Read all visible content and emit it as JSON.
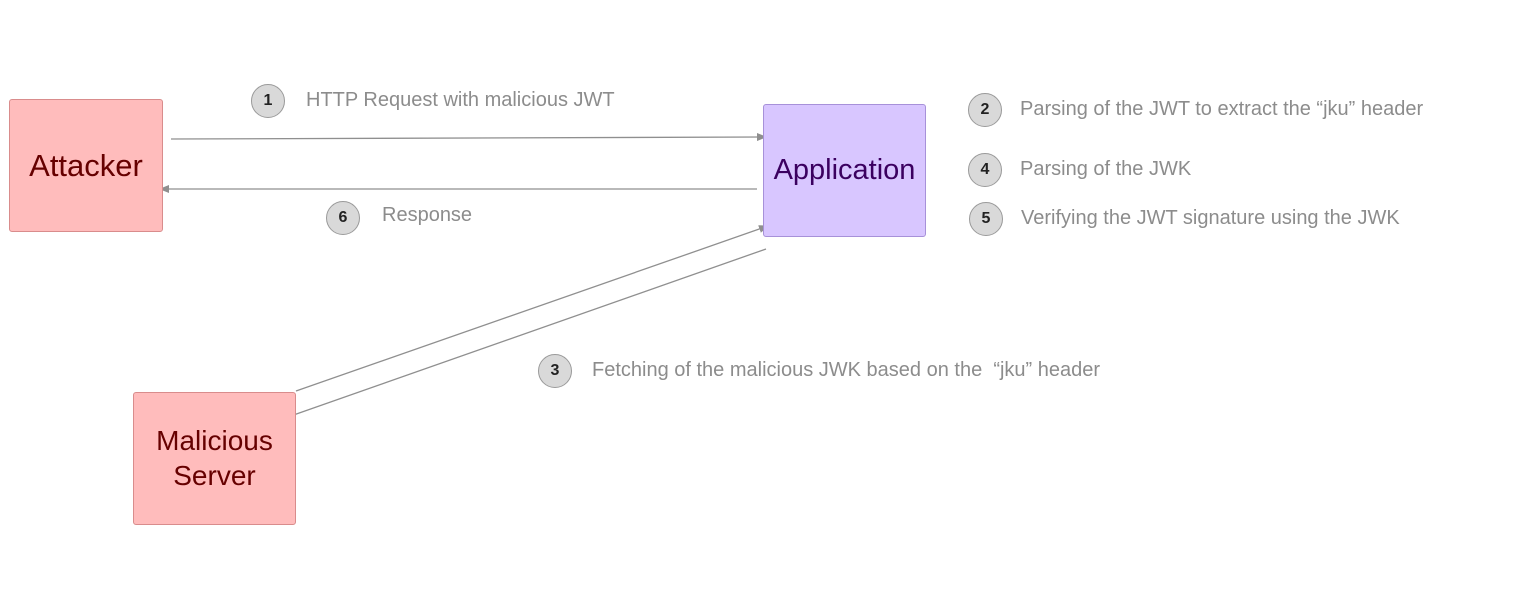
{
  "nodes": {
    "attacker": "Attacker",
    "application": "Application",
    "malicious_server_line1": "Malicious",
    "malicious_server_line2": "Server"
  },
  "steps": [
    {
      "number": "1",
      "label": "HTTP Request with malicious JWT"
    },
    {
      "number": "2",
      "label": "Parsing of the JWT to extract the “jku” header"
    },
    {
      "number": "3",
      "label": "Fetching of the malicious JWK based on the  “jku” header"
    },
    {
      "number": "4",
      "label": "Parsing of the JWK"
    },
    {
      "number": "5",
      "label": "Verifying the JWT signature using the JWK"
    },
    {
      "number": "6",
      "label": "Response"
    }
  ],
  "colors": {
    "attacker_fill": "#ffbcbc",
    "application_fill": "#d8c6ff",
    "server_fill": "#ffbcbc",
    "arrow": "#8f8f8f",
    "label_text": "#8c8c8c"
  }
}
